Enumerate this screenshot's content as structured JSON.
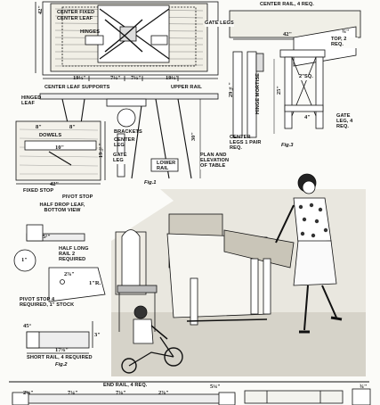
{
  "plan": {
    "labels": {
      "center_fixed": "CENTER FIXED",
      "center_leaf": "CENTER LEAF",
      "hinges": "HINGES",
      "gate_legs": "GATE LEGS",
      "center_leaf_supports": "CENTER LEAF SUPPORTS",
      "upper_rail": "UPPER RAIL",
      "hinged_leaf": "HINGED LEAF",
      "dowels": "DOWELS",
      "brackets": "BRACKETS",
      "center_leg": "CENTER LEG",
      "gate_leg": "GATE LEG",
      "lower_rail": "LOWER RAIL",
      "plan_elevation": "PLAN AND ELEVATION OF TABLE",
      "fixed_stop": "FIXED STOP",
      "pivot_stop": "PIVOT STOP",
      "half_drop_leaf": "HALF DROP LEAF, BOTTOM VIEW",
      "fig1": "Fig.1"
    },
    "dims": {
      "d42_side": "42\"",
      "d19a": "19½\"",
      "d7a": "7½\"",
      "d7b": "7½\"",
      "d19b": "19½\"",
      "d8a": "8\"",
      "d8b": "8\"",
      "d10": "10\"",
      "d42_leaf": "42\"",
      "d19_leaf": "19½\"",
      "d30": "30\""
    }
  },
  "fig3": {
    "labels": {
      "center_rail": "CENTER RAIL, 4 REQ.",
      "top": "TOP, 2 REQ.",
      "hinge_mortise": "HINGE MORTISE",
      "sq": "2\"SQ.",
      "center_legs": "CENTER LEGS 1 PAIR REQ.",
      "gate_leg": "GATE LEG, 4 REQ.",
      "fig3": "Fig.3"
    },
    "dims": {
      "d42": "42\"",
      "d34": "¾\"",
      "d29": "29¼\"",
      "d25": "25\"",
      "d4": "4\""
    }
  },
  "fig2": {
    "labels": {
      "half_long_rail": "HALF LONG RAIL 2 REQUIRED",
      "pivot_stop": "PIVOT STOP 4 REQUIRED, 1\" STOCK",
      "short_rail": "SHORT RAIL, 4 REQUIRED",
      "fig2": "Fig.2"
    },
    "dims": {
      "d52": "5²\"",
      "d1": "1\"",
      "d2": "2⅞\"",
      "d1r": "1\"R.",
      "d17": "17⅝\"",
      "d3": "3\"",
      "d45": "45°"
    }
  },
  "bottom": {
    "end_rail": "END RAIL, 4 REQ.",
    "d2a": "2⅝\"",
    "d7a": "7¼\"",
    "d7b": "7⅛\"",
    "d2b": "2⅞\"",
    "d5": "5¼\"",
    "d34": "¾\""
  }
}
